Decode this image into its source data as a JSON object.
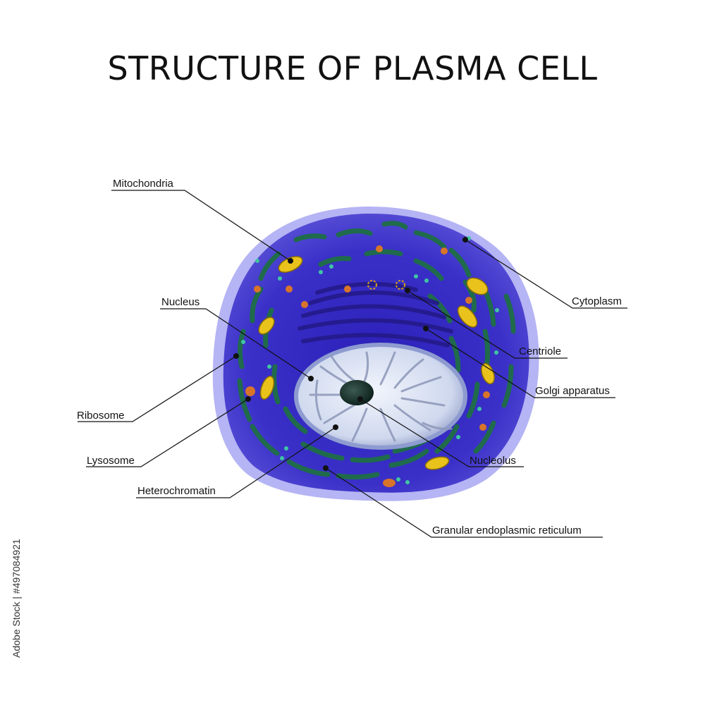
{
  "title": "STRUCTURE OF PLASMA CELL",
  "labels": {
    "mitochondria": "Mitochondria",
    "nucleus": "Nucleus",
    "ribosome": "Ribosome",
    "lysosome": "Lysosome",
    "heterochromatin": "Heterochromatin",
    "cytoplasm": "Cytoplasm",
    "centriole": "Centriole",
    "golgi_apparatus": "Golgi apparatus",
    "nucleolus": "Nucleolus",
    "granular_er": "Granular endoplasmic reticulum"
  },
  "watermark": {
    "stock_id": "Adobe Stock | #497084921"
  },
  "colors": {
    "cytoplasm": "#3a30c8",
    "cytoplasm_halo": "#8f8ef0",
    "er": "#1f6b4c",
    "mitochondria": "#e9c21c",
    "lysosome": "#d8742a",
    "nucleus": "#dfe6f7",
    "nucleolus": "#16302a"
  }
}
